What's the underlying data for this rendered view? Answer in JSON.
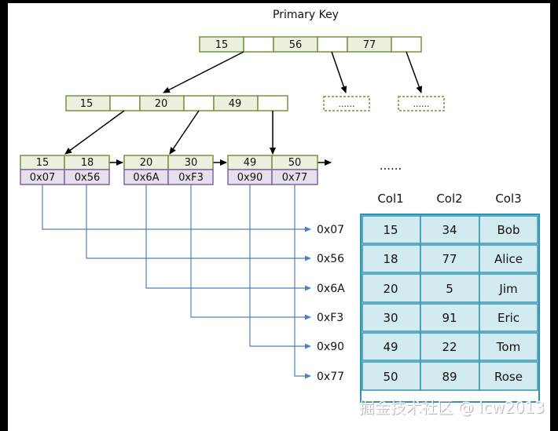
{
  "title": "Primary Key",
  "colors": {
    "key_fill": "#ebf1de",
    "key_stroke": "#77933c",
    "ptr_fill": "#e5e0ec",
    "ptr_stroke": "#8064a2",
    "table_fill": "#d2ebf0",
    "table_stroke": "#2e94b3",
    "link_line": "#4f81bd",
    "arrow": "#000000"
  },
  "root_node": {
    "keys": [
      "15",
      "56",
      "77"
    ]
  },
  "collapsed_nodes": [
    "......",
    "......"
  ],
  "internal_node": {
    "keys": [
      "15",
      "20",
      "49"
    ]
  },
  "leaf_nodes": [
    {
      "keys": [
        "15",
        "18"
      ],
      "ptrs": [
        "0x07",
        "0x56"
      ]
    },
    {
      "keys": [
        "20",
        "30"
      ],
      "ptrs": [
        "0x6A",
        "0xF3"
      ]
    },
    {
      "keys": [
        "49",
        "50"
      ],
      "ptrs": [
        "0x90",
        "0x77"
      ]
    }
  ],
  "leaf_ellipsis": "......",
  "row_addresses": [
    "0x07",
    "0x56",
    "0x6A",
    "0xF3",
    "0x90",
    "0x77"
  ],
  "table": {
    "columns": [
      "Col1",
      "Col2",
      "Col3"
    ],
    "rows": [
      [
        "15",
        "34",
        "Bob"
      ],
      [
        "18",
        "77",
        "Alice"
      ],
      [
        "20",
        "5",
        "Jim"
      ],
      [
        "30",
        "91",
        "Eric"
      ],
      [
        "49",
        "22",
        "Tom"
      ],
      [
        "50",
        "89",
        "Rose"
      ]
    ]
  },
  "watermark": "掘金技术社区 @ lcw2013"
}
